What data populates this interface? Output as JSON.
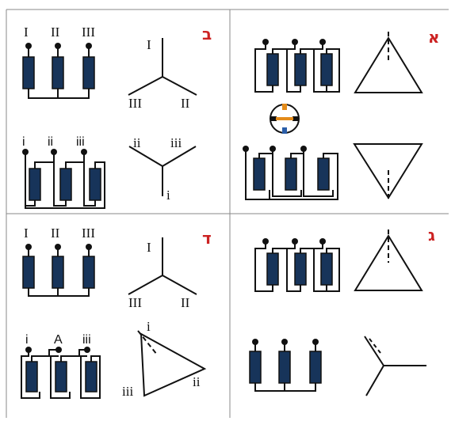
{
  "quadrants": {
    "top_left": {
      "letter": "ב",
      "upper_labels": [
        "I",
        "II",
        "III"
      ],
      "upper_star_labels": [
        "I",
        "III",
        "II"
      ],
      "lower_labels": [
        "i",
        "ii",
        "iii"
      ],
      "lower_star_labels": [
        "ii",
        "iii",
        "i"
      ]
    },
    "top_right": {
      "letter": "א"
    },
    "bottom_left": {
      "letter": "ד",
      "upper_labels": [
        "I",
        "II",
        "III"
      ],
      "upper_star_labels": [
        "I",
        "III",
        "II"
      ],
      "lower_labels": [
        "i",
        "A",
        "iii"
      ],
      "lower_tri_labels": [
        "i",
        "iii",
        "ii"
      ]
    },
    "bottom_right": {
      "letter": "ג"
    }
  },
  "colors": {
    "coil": "#17345a",
    "letter": "#cc2222",
    "badge_orange": "#e38b1a",
    "badge_blue": "#2a5da8"
  }
}
